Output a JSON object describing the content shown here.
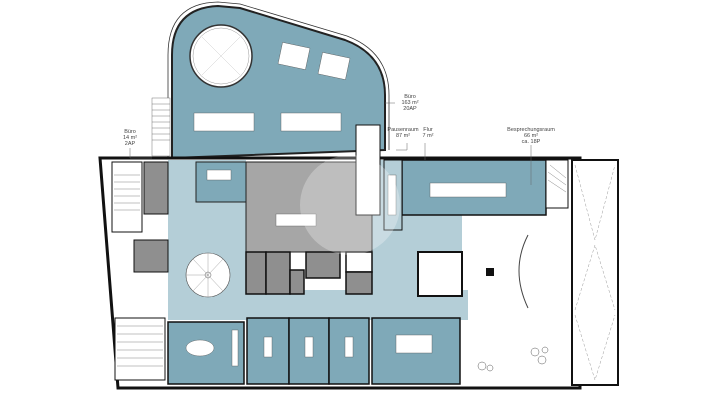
{
  "plan": {
    "title": "",
    "colors": {
      "office_blue": "#7fa9b8",
      "corridor_light_blue": "#b4ced7",
      "grey_room": "#a6a6a6",
      "grey_dark": "#8f8f8f",
      "wall": "#111111",
      "white": "#ffffff",
      "label_text": "#444444"
    },
    "rooms": [
      {
        "id": "buero-nord",
        "name": "Büro",
        "area": "163 m²",
        "capacity": "20AP"
      },
      {
        "id": "pausenraum",
        "name": "Pausenraum",
        "area": "87 m²",
        "capacity": ""
      },
      {
        "id": "flur",
        "name": "Flur",
        "area": "7 m²",
        "capacity": ""
      },
      {
        "id": "besprechungsraum",
        "name": "Besprechungsraum",
        "area": "66 m²",
        "capacity": "ca. 18P"
      },
      {
        "id": "buero-west",
        "name": "Büro",
        "area": "14 m²",
        "capacity": "2AP"
      }
    ],
    "unlabeled_spaces": [
      "north-round-office",
      "central-grey-lounge",
      "west-corridor",
      "spiral-stair",
      "south-meeting-room",
      "south-office-1",
      "south-office-2",
      "south-office-3",
      "south-office-4",
      "east-lobby",
      "east-courtyard",
      "west-staircase-north",
      "west-staircase-south",
      "elevator-core",
      "wc-block"
    ]
  }
}
